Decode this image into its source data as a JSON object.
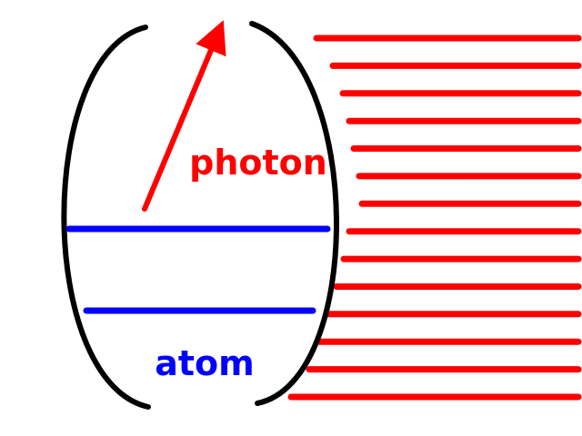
{
  "labels": {
    "photon": "photon",
    "atom": "atom"
  },
  "colors": {
    "background": "#ffffff",
    "cavity": "#000000",
    "photon": "#ff0000",
    "energy_levels": "#0000ff",
    "atom_label": "#0000ff",
    "photon_label": "#ff0000",
    "incoming_lines": "#ff0000"
  },
  "incoming_line_count": 14,
  "energy_level_count": 2
}
